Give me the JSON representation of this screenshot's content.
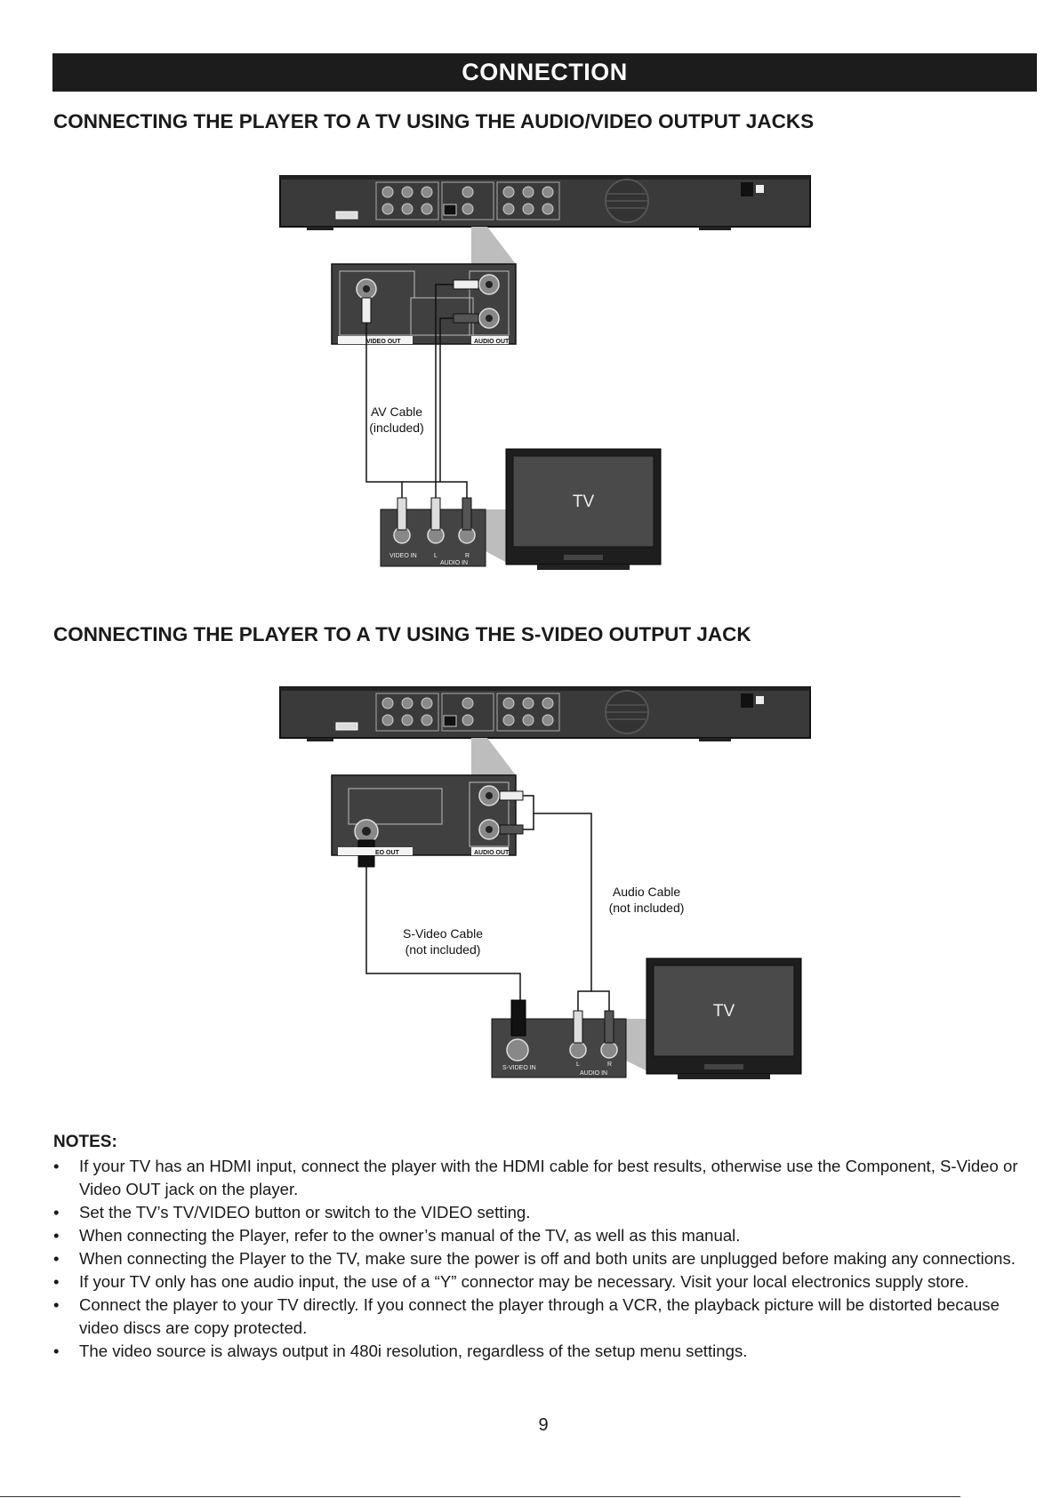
{
  "banner": {
    "title": "CONNECTION"
  },
  "section_av": {
    "heading": "CONNECTING THE PLAYER TO A TV USING THE AUDIO/VIDEO OUTPUT JACKS",
    "cable_label_1": "AV Cable",
    "cable_label_2": "(included)",
    "tv_label": "TV",
    "zoom_video_label": "VIDEO OUT",
    "zoom_audio_label": "AUDIO OUT",
    "tv_panel_video": "VIDEO IN",
    "tv_panel_l": "L",
    "tv_panel_r": "R",
    "tv_panel_audio": "AUDIO IN"
  },
  "section_sv": {
    "heading": "CONNECTING THE PLAYER TO A TV USING THE S-VIDEO OUTPUT JACK",
    "audio_cable_1": "Audio Cable",
    "audio_cable_2": "(not included)",
    "svideo_cable_1": "S-Video Cable",
    "svideo_cable_2": "(not included)",
    "tv_label": "TV",
    "zoom_video_label": "EO OUT",
    "zoom_audio_label": "AUDIO OUT",
    "tv_panel_svideo": "S-VIDEO IN",
    "tv_panel_l": "L",
    "tv_panel_r": "R",
    "tv_panel_audio": "AUDIO IN"
  },
  "notes": {
    "heading": "NOTES:",
    "bullet": "•",
    "items": [
      "If your TV has an HDMI input, connect the player with the HDMI cable for best results, otherwise use the Component, S-Video or Video OUT jack on the player.",
      "Set the TV’s TV/VIDEO button or switch to the VIDEO setting.",
      "When connecting the Player, refer to the owner’s manual of the TV, as well as this manual.",
      "When connecting the Player to the TV, make sure the power is off and both units are unplugged before making any connections.",
      "If your TV only has one audio input, the use of a “Y” connector may be necessary. Visit your local electronics supply store.",
      "Connect the player to your TV directly. If you connect the player through a VCR, the playback picture will be distorted because video discs are copy protected.",
      "The video source is always output in 480i resolution, regardless of the setup menu settings."
    ]
  },
  "page_number": "9"
}
